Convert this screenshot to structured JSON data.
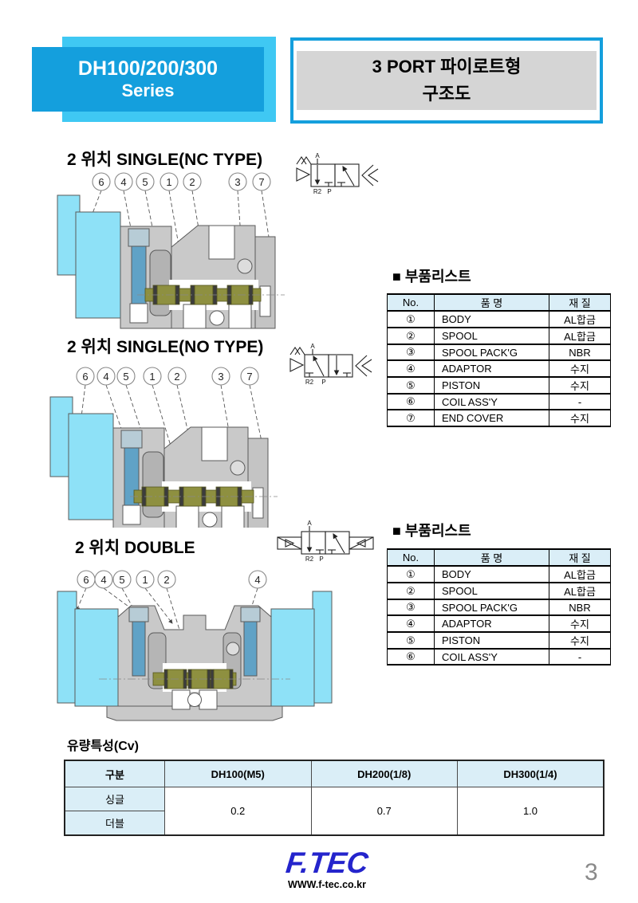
{
  "header": {
    "series_title": "DH100/200/300",
    "series_subtitle": "Series",
    "doc_title_line1": "3 PORT 파이로트형",
    "doc_title_line2": "구조도"
  },
  "sections": {
    "nc": {
      "title": "2 위치 SINGLE(NC TYPE)",
      "callouts": [
        "6",
        "4",
        "5",
        "1",
        "2",
        "3",
        "7"
      ]
    },
    "no": {
      "title": "2 위치 SINGLE(NO TYPE)",
      "callouts": [
        "6",
        "4",
        "5",
        "1",
        "2",
        "3",
        "7"
      ]
    },
    "double": {
      "title": "2 위치 DOUBLE",
      "callouts": [
        "6",
        "4",
        "5",
        "1",
        "2",
        "4"
      ]
    }
  },
  "symbol_labels": {
    "a": "A",
    "r2": "R2",
    "p": "P"
  },
  "parts_list_1": {
    "title": "■ 부품리스트",
    "headers": [
      "No.",
      "품 명",
      "재 질"
    ],
    "rows": [
      {
        "no": "①",
        "name": "BODY",
        "material": "AL합금"
      },
      {
        "no": "②",
        "name": "SPOOL",
        "material": "AL합금"
      },
      {
        "no": "③",
        "name": "SPOOL PACK'G",
        "material": "NBR"
      },
      {
        "no": "④",
        "name": "ADAPTOR",
        "material": "수지"
      },
      {
        "no": "⑤",
        "name": "PISTON",
        "material": "수지"
      },
      {
        "no": "⑥",
        "name": "COIL ASS'Y",
        "material": "-"
      },
      {
        "no": "⑦",
        "name": "END COVER",
        "material": "수지"
      }
    ]
  },
  "parts_list_2": {
    "title": "■ 부품리스트",
    "headers": [
      "No.",
      "품 명",
      "재 질"
    ],
    "rows": [
      {
        "no": "①",
        "name": "BODY",
        "material": "AL합금"
      },
      {
        "no": "②",
        "name": "SPOOL",
        "material": "AL합금"
      },
      {
        "no": "③",
        "name": "SPOOL PACK'G",
        "material": "NBR"
      },
      {
        "no": "④",
        "name": "ADAPTOR",
        "material": "수지"
      },
      {
        "no": "⑤",
        "name": "PISTON",
        "material": "수지"
      },
      {
        "no": "⑥",
        "name": "COIL ASS'Y",
        "material": "-"
      }
    ]
  },
  "cv_table": {
    "title": "유량특성(Cv)",
    "headers": [
      "구분",
      "DH100(M5)",
      "DH200(1/8)",
      "DH300(1/4)"
    ],
    "row1_label": "싱글",
    "row2_label": "더블",
    "values": [
      "0.2",
      "0.7",
      "1.0"
    ]
  },
  "footer": {
    "logo_text": "F.TEC",
    "website": "WWW.f-tec.co.kr",
    "page_number": "3"
  },
  "colors": {
    "accent_blue": "#149fdd",
    "accent_cyan": "#3fc8f3",
    "title_band_gray": "#d5d5d5",
    "table_header_bg": "#daeef7",
    "diagram_coil_cyan": "#8ee1f7",
    "diagram_body_gray": "#c9c9c9",
    "diagram_spool_olive": "#8e9040",
    "diagram_piston_blue": "#60a2c6"
  }
}
